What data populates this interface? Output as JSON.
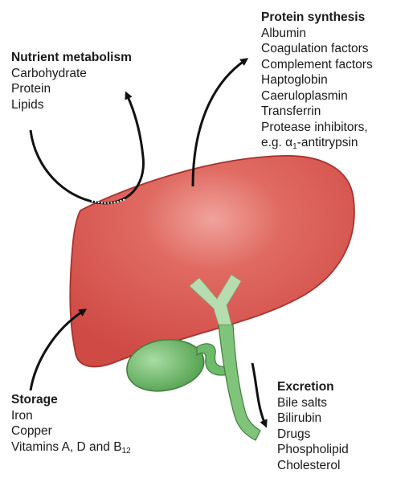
{
  "nutrient_metabolism": {
    "heading": "Nutrient metabolism",
    "items": [
      "Carbohydrate",
      "Protein",
      "Lipids"
    ]
  },
  "protein_synthesis": {
    "heading": "Protein synthesis",
    "items": [
      "Albumin",
      "Coagulation factors",
      "Complement factors",
      "Haptoglobin",
      "Caeruloplasmin",
      "Transferrin",
      "Protease inhibitors,"
    ],
    "last_prefix": "e.g. ",
    "last_greek": "α",
    "last_sub": "1",
    "last_suffix": "-antitrypsin"
  },
  "storage": {
    "heading": "Storage",
    "items": [
      "Iron",
      "Copper"
    ],
    "vitamin_text": "Vitamins A, D and B",
    "vitamin_sub": "12"
  },
  "excretion": {
    "heading": "Excretion",
    "items": [
      "Bile salts",
      "Bilirubin",
      "Drugs",
      "Phospholipid",
      "Cholesterol"
    ]
  },
  "colors": {
    "liver_fill": "#d9534f",
    "liver_highlight": "#ec8b84",
    "liver_outline": "#a8322c",
    "gallbladder_fill": "#6dbb6a",
    "bile_duct_fill": "#b6dcb0",
    "arrow": "#111111"
  }
}
